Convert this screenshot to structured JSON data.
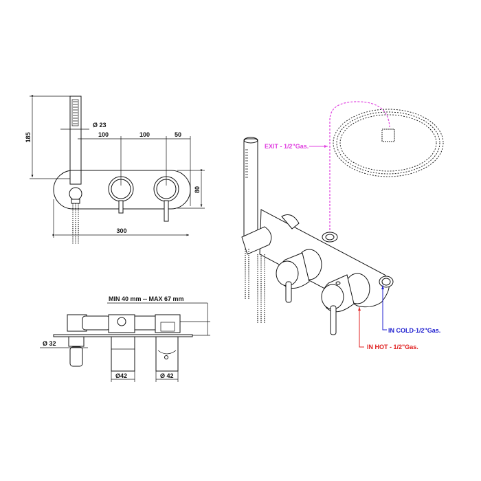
{
  "front_view": {
    "height_dim": "185",
    "handshower_diameter": "Ø 23",
    "spacing_1": "100",
    "spacing_2": "100",
    "spacing_3": "50",
    "plate_height": "80",
    "plate_width": "300"
  },
  "side_view": {
    "depth_range": "MIN 40 mm -- MAX 67  mm",
    "knob_small_diameter": "Ø  32",
    "knob_1_diameter": "Ø42",
    "knob_2_diameter": "Ø 42"
  },
  "iso_view": {
    "exit_label": "EXIT - 1/2\"Gas.",
    "cold_label": "IN COLD-1/2\"Gas.",
    "hot_label": "IN HOT - 1/2\"Gas."
  },
  "colors": {
    "exit": "#e040e0",
    "cold": "#2020d0",
    "hot": "#e02020",
    "line": "#111111"
  }
}
